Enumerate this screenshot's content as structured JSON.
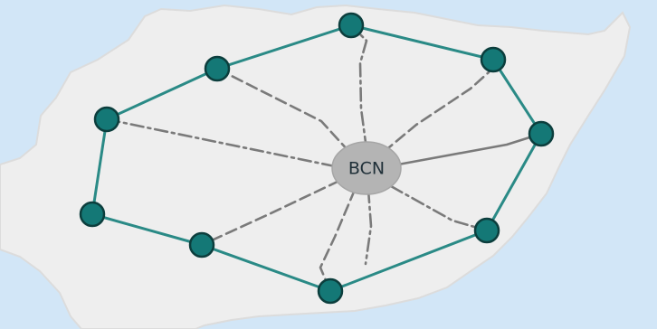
{
  "hub": {
    "label": "BCN"
  },
  "colors": {
    "sea": "#d2e6f7",
    "land": "#eeeeee",
    "land_edge": "#dcdcdc",
    "ring_link": "#2a8a86",
    "node_fill": "#147876",
    "node_stroke": "#0c3e3d",
    "spoke": "#7a7a7a",
    "hub_fill": "#b4b4b4"
  },
  "icons": {
    "node": "circle-node-icon",
    "hub": "hub-circle-icon"
  },
  "ring_nodes": [
    "north",
    "north-west",
    "north-east",
    "west",
    "east",
    "south-west",
    "south-east",
    "south-south-west",
    "south"
  ],
  "spoke_styles": [
    "dash-dot",
    "dashed",
    "dashed",
    "dash-dot",
    "solid",
    "dashed",
    "dash-dot",
    "dashed",
    "dash-dot"
  ]
}
